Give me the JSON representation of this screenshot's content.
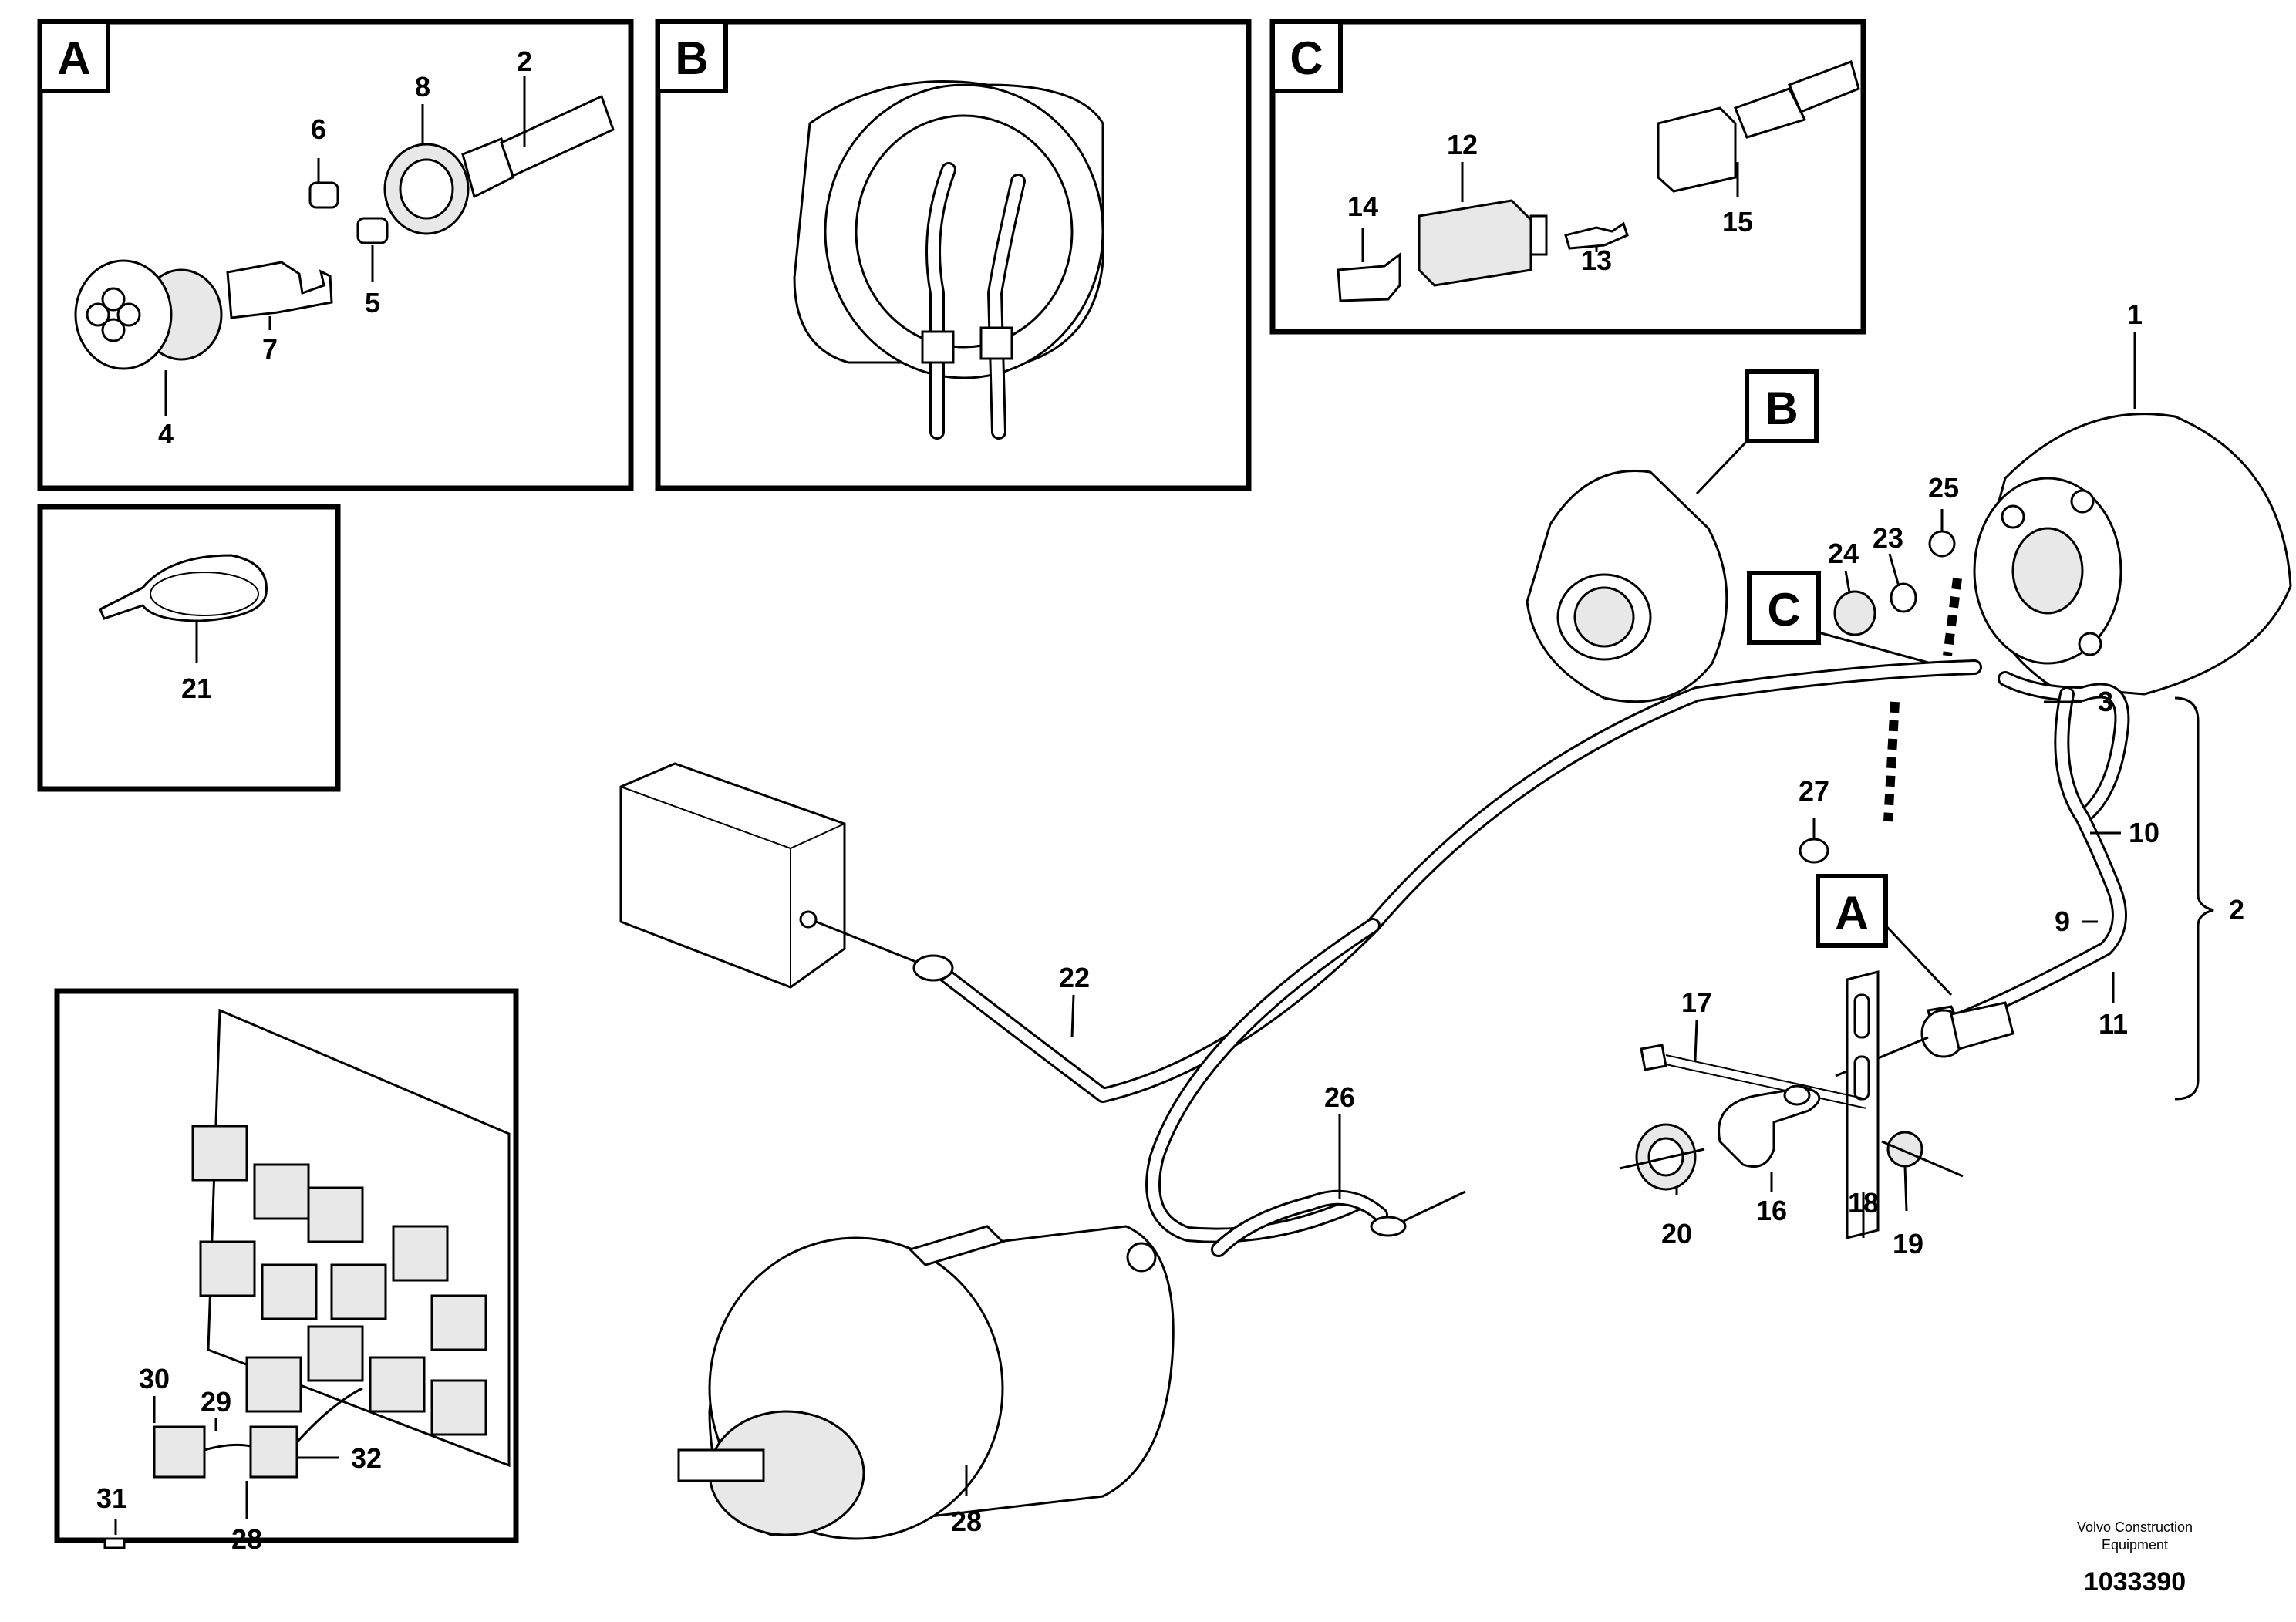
{
  "panels": {
    "a": {
      "tag": "A"
    },
    "b": {
      "tag": "B"
    },
    "c": {
      "tag": "C"
    }
  },
  "callout_tags": {
    "b": "B",
    "c": "C",
    "a": "A"
  },
  "part_numbers": {
    "p1": "1",
    "p2": "2",
    "p2b": "2",
    "p3": "3",
    "p4": "4",
    "p5": "5",
    "p6": "6",
    "p7": "7",
    "p8": "8",
    "p9": "9",
    "p10": "10",
    "p11": "11",
    "p12": "12",
    "p13": "13",
    "p14": "14",
    "p15": "15",
    "p16": "16",
    "p17": "17",
    "p18": "18",
    "p19": "19",
    "p20": "20",
    "p21": "21",
    "p22": "22",
    "p23": "23",
    "p24": "24",
    "p25": "25",
    "p26": "26",
    "p27": "27",
    "p28": "28",
    "p28b": "28",
    "p29": "29",
    "p30": "30",
    "p31": "31",
    "p32": "32"
  },
  "footer": {
    "company_line1": "Volvo Construction",
    "company_line2": "Equipment",
    "drawing_number": "1033390"
  }
}
